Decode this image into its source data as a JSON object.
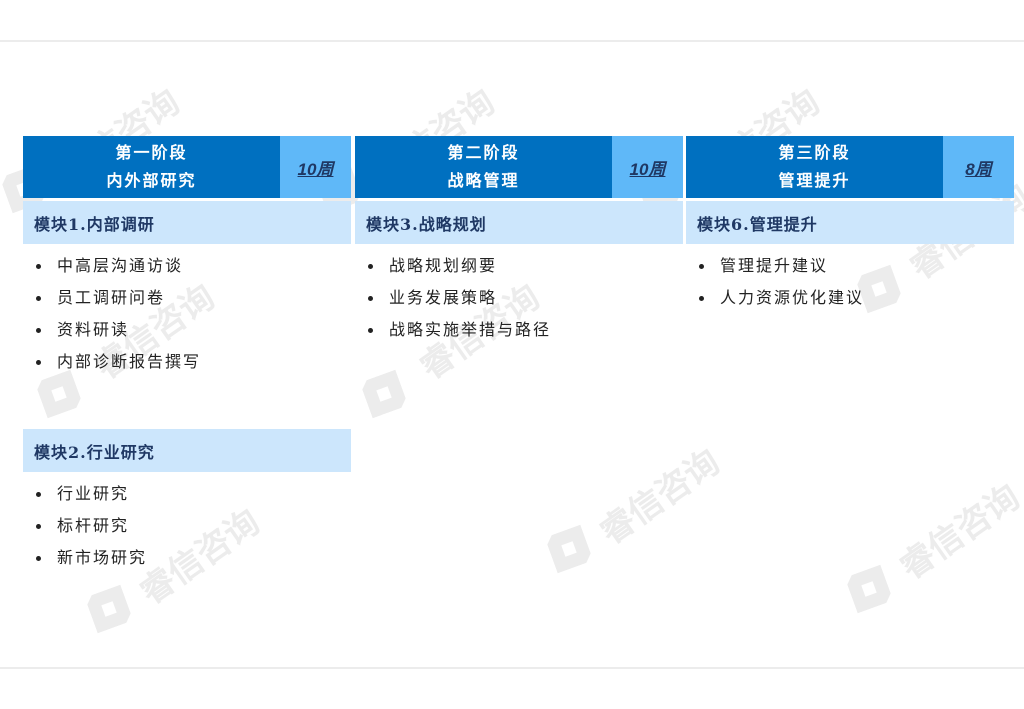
{
  "phases": [
    {
      "title": "第一阶段",
      "subtitle": "内外部研究",
      "duration": "10周",
      "modules": [
        {
          "label": "模块1.内部调研",
          "items": [
            "中高层沟通访谈",
            "员工调研问卷",
            "资料研读",
            "内部诊断报告撰写"
          ]
        },
        {
          "label": "模块2.行业研究",
          "items": [
            "行业研究",
            "标杆研究",
            "新市场研究"
          ]
        }
      ]
    },
    {
      "title": "第二阶段",
      "subtitle": "战略管理",
      "duration": "10周",
      "modules": [
        {
          "label": "模块3.战略规划",
          "items": [
            "战略规划纲要",
            "业务发展策略",
            "战略实施举措与路径"
          ]
        }
      ]
    },
    {
      "title": "第三阶段",
      "subtitle": "管理提升",
      "duration": "8周",
      "modules": [
        {
          "label": "模块6.管理提升",
          "items": [
            "管理提升建议",
            "人力资源优化建议"
          ]
        }
      ]
    }
  ],
  "watermark": {
    "text": "睿信咨询",
    "icon": "logo-icon"
  },
  "colors": {
    "phase_header": "#0070c0",
    "duration_box": "#5fb8f8",
    "module_bar": "#cce6fc",
    "module_text": "#1f3864"
  }
}
